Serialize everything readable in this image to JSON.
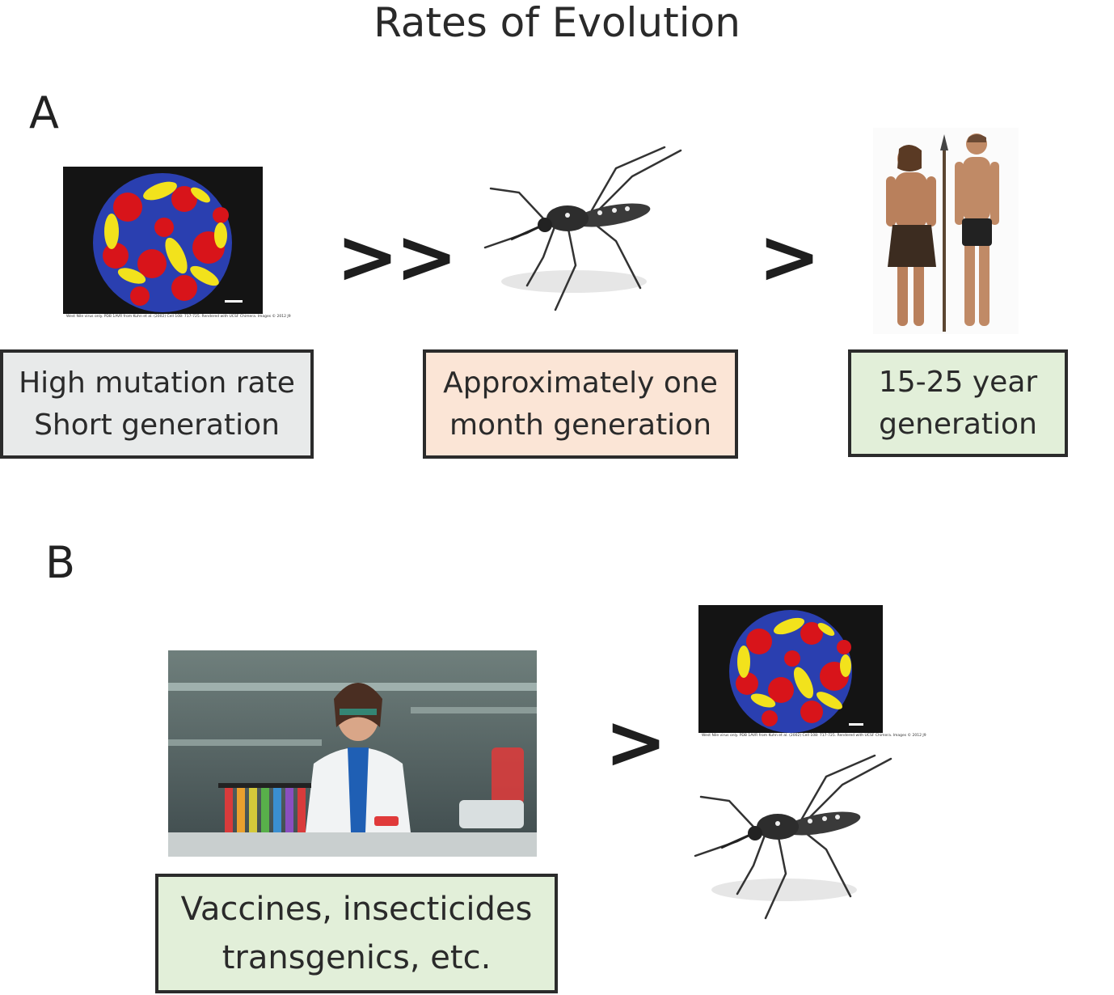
{
  "title": "Rates of Evolution",
  "panel_a": {
    "label": "A",
    "virus_caption": "West Nile virus only. PDB 1AVR from Kuhn et al. (2002) Cell 108: 717-725. Rendered with UCSF Chimera. Images © 2012 J9",
    "operator_1": ">>",
    "operator_2": ">",
    "box_virus": {
      "line1": "High mutation rate",
      "line2": "Short generation",
      "color": "#e8eaea"
    },
    "box_mosquito": {
      "line1": "Approximately one",
      "line2": "month generation",
      "color": "#fbe5d6"
    },
    "box_human": {
      "line1": "15-25 year",
      "line2": "generation",
      "color": "#e2efd9"
    }
  },
  "panel_b": {
    "label": "B",
    "operator": ">",
    "virus_caption": "West Nile virus only. PDB 1AVR from Kuhn et al. (2002) Cell 108: 717-725. Rendered with UCSF Chimera. Images © 2012 J9",
    "box_interventions": {
      "line1": "Vaccines, insecticides",
      "line2": "transgenics, etc.",
      "color": "#e2efd9"
    }
  },
  "icons": {
    "virus": "virus-icon",
    "mosquito": "mosquito-icon",
    "humans": "human-figures-icon",
    "lab": "lab-scientist-icon"
  },
  "colors": {
    "virus_red": "#d8141a",
    "virus_blue": "#2a3fb0",
    "virus_yellow": "#f2e21c"
  }
}
